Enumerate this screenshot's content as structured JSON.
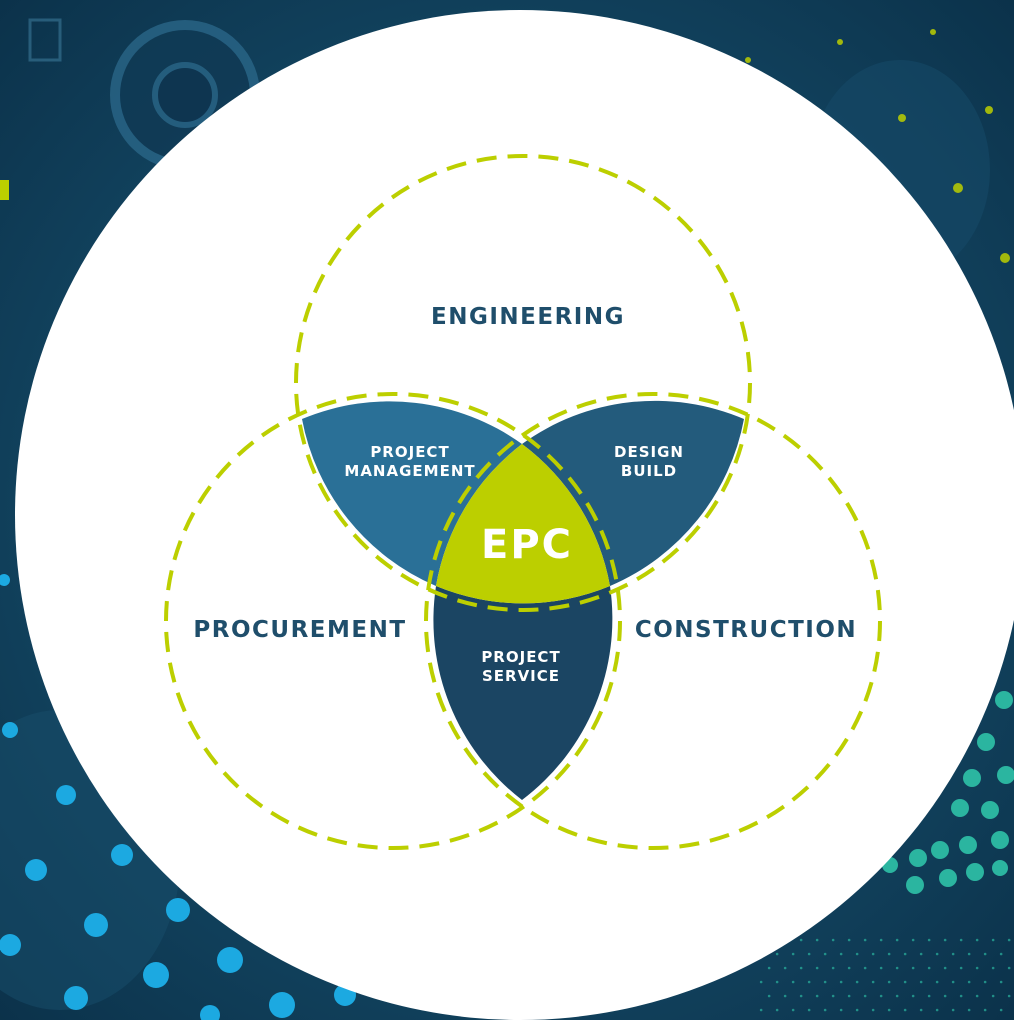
{
  "diagram": {
    "circles": {
      "engineering": "ENGINEERING",
      "procurement": "PROCUREMENT",
      "construction": "CONSTRUCTION"
    },
    "overlaps": {
      "project_management": [
        "PROJECT",
        "MANAGEMENT"
      ],
      "design_build": [
        "DESIGN",
        "BUILD"
      ],
      "project_service": [
        "PROJECT",
        "SERVICE"
      ]
    },
    "center": "EPC"
  },
  "colors": {
    "background": "#0d3b55",
    "panel": "#ffffff",
    "dash": "#bccf00",
    "accent": "#bccf00",
    "region_project_management": "#2a7097",
    "region_design_build": "#235b7c",
    "region_project_service": "#1b4563",
    "label_text": "#1f4e6b",
    "dots_cyan": "#1ca9e1",
    "dots_teal": "#2bb5a0"
  }
}
